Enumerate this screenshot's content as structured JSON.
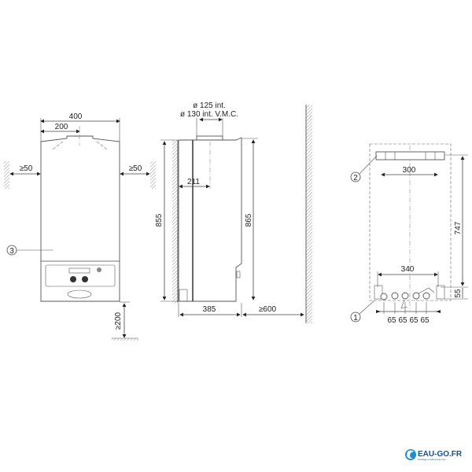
{
  "front_view": {
    "width_label": "400",
    "half_width_label": "200",
    "left_clearance": "≥50",
    "right_clearance": "≥50",
    "bottom_clearance": "≥200",
    "callout": "3"
  },
  "side_view": {
    "flue_label_1": "ø 125 int.",
    "flue_label_2": "ø 130 int. V.M.C.",
    "flue_offset": "211",
    "height_wall": "855",
    "height_total": "865",
    "depth": "385",
    "front_clearance": "≥600"
  },
  "rear_view": {
    "callout_top": "2",
    "callout_bottom": "1",
    "bracket_width": "300",
    "fixing_width": "340",
    "height": "747",
    "bottom_offset": "55",
    "spacings": [
      "65",
      "65",
      "65",
      "65"
    ]
  },
  "logo": {
    "text": "EAU-GO.FR",
    "tagline": "Chauffage et traitement de l'eau",
    "color": "#1b4f8a"
  }
}
